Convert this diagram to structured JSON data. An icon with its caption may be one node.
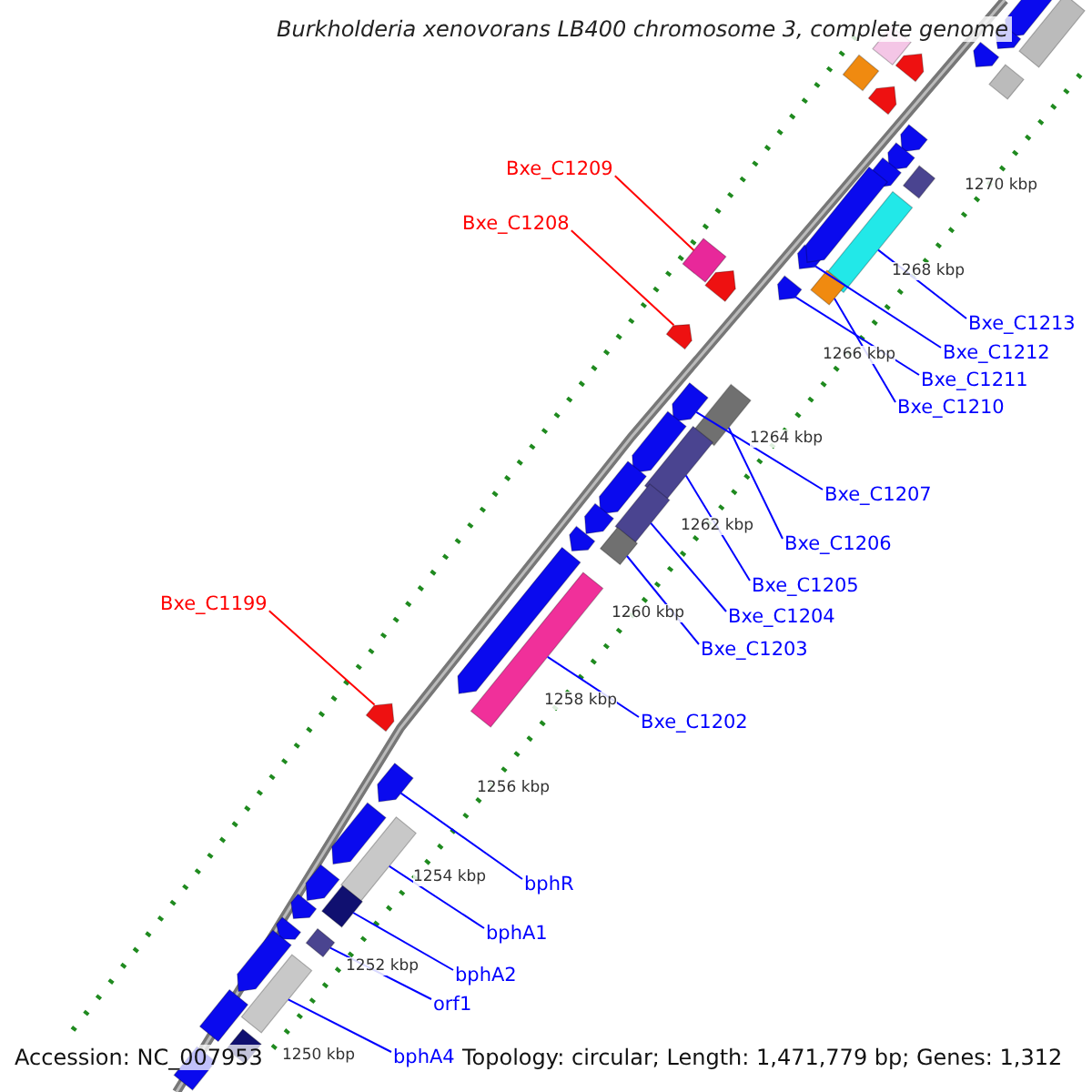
{
  "diagram": {
    "title": "Burkholderia xenovorans LB400 chromosome 3, complete genome",
    "nodes": [
      {
        "text": [
          "Bxe_C1209"
        ]
      },
      {
        "text": [
          "Bxe_C1208"
        ]
      },
      {
        "text": [
          "Bxe_C1213"
        ]
      },
      {
        "text": [
          "Bxe_C1212"
        ]
      },
      {
        "text": [
          "Bxe_C1211"
        ]
      },
      {
        "text": [
          "Bxe_C1210"
        ]
      },
      {
        "text": [
          "Bxe_C1207"
        ]
      },
      {
        "text": [
          "Bxe_C1206"
        ]
      },
      {
        "text": [
          "Bxe_C1205"
        ]
      },
      {
        "text": [
          "Bxe_C1204"
        ]
      },
      {
        "text": [
          "Bxe_C1203"
        ]
      },
      {
        "text": [
          "Bxe_C1199"
        ]
      },
      {
        "text": [
          "Bxe_C1202"
        ]
      },
      {
        "text": [
          "bphR"
        ]
      },
      {
        "text": [
          "bphA1"
        ]
      },
      {
        "text": [
          "bphA2"
        ]
      },
      {
        "text": [
          "orf1"
        ]
      },
      {
        "text": [
          "bphA4"
        ]
      },
      {
        "text": [],
        "shape": "box"
      },
      {
        "text": [],
        "shape": "arrow"
      },
      {
        "text": [],
        "shape": "bar"
      },
      {
        "text": [],
        "shape": "arrow"
      },
      {
        "text": [],
        "shape": "arrow"
      },
      {
        "text": [],
        "shape": "diamond"
      },
      {
        "text": [],
        "shape": "arrow"
      },
      {
        "text": [],
        "shape": "bar"
      },
      {
        "text": [],
        "shape": "bar"
      },
      {
        "text": [],
        "shape": "bar"
      },
      {
        "text": [],
        "shape": "diamond"
      },
      {
        "text": [],
        "shape": "arrow"
      },
      {
        "text": [],
        "shape": "bar"
      },
      {
        "text": [],
        "shape": "arrow"
      },
      {
        "text": [],
        "shape": "bar"
      },
      {
        "text": [],
        "shape": "box"
      },
      {
        "text": [],
        "shape": "box"
      },
      {
        "text": [],
        "shape": "bar"
      },
      {
        "text": [],
        "shape": "arrow"
      },
      {
        "text": [],
        "shape": "bar"
      },
      {
        "text": [],
        "shape": "arrow"
      },
      {
        "text": [],
        "shape": "diamond"
      },
      {
        "text": [],
        "shape": "arrow"
      },
      {
        "text": [],
        "shape": "arrow"
      },
      {
        "text": [],
        "shape": "diamond"
      },
      {
        "text": [],
        "shape": "diamond"
      },
      {
        "text": [],
        "shape": "arrow"
      },
      {
        "text": [],
        "shape": "arrow"
      },
      {
        "text": [],
        "shape": "arrow"
      },
      {
        "text": [],
        "shape": "arrow"
      },
      {
        "text": [],
        "shape": "diamond"
      },
      {
        "text": [],
        "shape": "arrow"
      },
      {
        "text": [],
        "shape": "arrow"
      },
      {
        "text": [],
        "shape": "arrow"
      },
      {
        "text": [],
        "shape": "arrow"
      },
      {
        "text": [],
        "shape": "arrow"
      },
      {
        "text": [],
        "shape": "arrow"
      },
      {
        "text": [],
        "shape": "arrow"
      },
      {
        "text": [],
        "shape": "arrow"
      },
      {
        "text": [],
        "shape": "arrow"
      },
      {
        "text": [],
        "shape": "arrow"
      },
      {
        "text": [],
        "shape": "arrow"
      },
      {
        "text": [],
        "shape": "arrow"
      },
      {
        "text": [],
        "shape": "diamond"
      },
      {
        "text": [],
        "shape": "arrow"
      },
      {
        "text": [],
        "shape": "bar"
      }
    ],
    "edges": [
      {
        "from": 0,
        "to": 18,
        "arrow": "none",
        "color": "#ff0000"
      },
      {
        "from": 1,
        "to": 19,
        "arrow": "none",
        "color": "#ff0000"
      },
      {
        "from": 2,
        "to": 20,
        "arrow": "none"
      },
      {
        "from": 3,
        "to": 21,
        "arrow": "none"
      },
      {
        "from": 4,
        "to": 22,
        "arrow": "none"
      },
      {
        "from": 5,
        "to": 23,
        "arrow": "none"
      },
      {
        "from": 6,
        "to": 24,
        "arrow": "none"
      },
      {
        "from": 7,
        "to": 25,
        "arrow": "none"
      },
      {
        "from": 8,
        "to": 26,
        "arrow": "none"
      },
      {
        "from": 9,
        "to": 27,
        "arrow": "none"
      },
      {
        "from": 10,
        "to": 28,
        "arrow": "none"
      },
      {
        "from": 11,
        "to": 29,
        "arrow": "none",
        "color": "#ff0000"
      },
      {
        "from": 12,
        "to": 30,
        "arrow": "none"
      },
      {
        "from": 13,
        "to": 31,
        "arrow": "none"
      },
      {
        "from": 14,
        "to": 32,
        "arrow": "none"
      },
      {
        "from": 15,
        "to": 33,
        "arrow": "none"
      },
      {
        "from": 16,
        "to": 34,
        "arrow": "none"
      },
      {
        "from": 17,
        "to": 35,
        "arrow": "none"
      }
    ],
    "labels": [
      "1270 kbp",
      "1268 kbp",
      "1266 kbp",
      "1264 kbp",
      "1262 kbp",
      "1260 kbp",
      "1258 kbp",
      "1256 kbp",
      "1254 kbp",
      "1252 kbp",
      "1250 kbp",
      "Accession: NC_007953",
      "Topology: circular; Length: 1,471,779 bp; Genes: 1,312"
    ]
  }
}
